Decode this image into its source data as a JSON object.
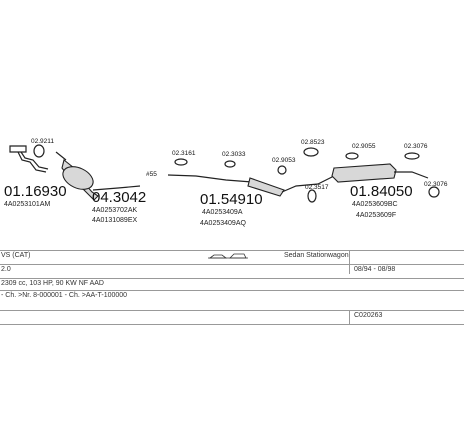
{
  "parts": {
    "p1": {
      "number": "01.16930",
      "oe": "4A0253101AM"
    },
    "p2": {
      "number": "04.3042",
      "oe1": "4A0253702AK",
      "oe2": "4A0131089EX"
    },
    "p3": {
      "number": "01.54910",
      "oe1": "4A0253409A",
      "oe2": "4A0253409AQ"
    },
    "p4": {
      "number": "01.84050",
      "oe1": "4A0253609BC",
      "oe2": "4A0253609F"
    }
  },
  "small_parts": {
    "s1": "02.9211",
    "s2": "#55",
    "s3": "02.3161",
    "s4": "02.3033",
    "s5": "02.9053",
    "s6": "02.8523",
    "s7": "02.3517",
    "s8": "02.9055",
    "s9": "02.3076",
    "s10": "02.3076"
  },
  "table": {
    "row1_left": "VS (CAT)",
    "row1_body": "Sedan Stationwagon",
    "row2_left": "2.0",
    "row2_right": "08/94 - 08/98",
    "row3_left": "2309 cc, 103 HP, 90 KW NF AAD",
    "row4_left": "- Ch. >Nr. 8-000001 - Ch. >AA-T-100000",
    "row5_right": "C020263"
  }
}
